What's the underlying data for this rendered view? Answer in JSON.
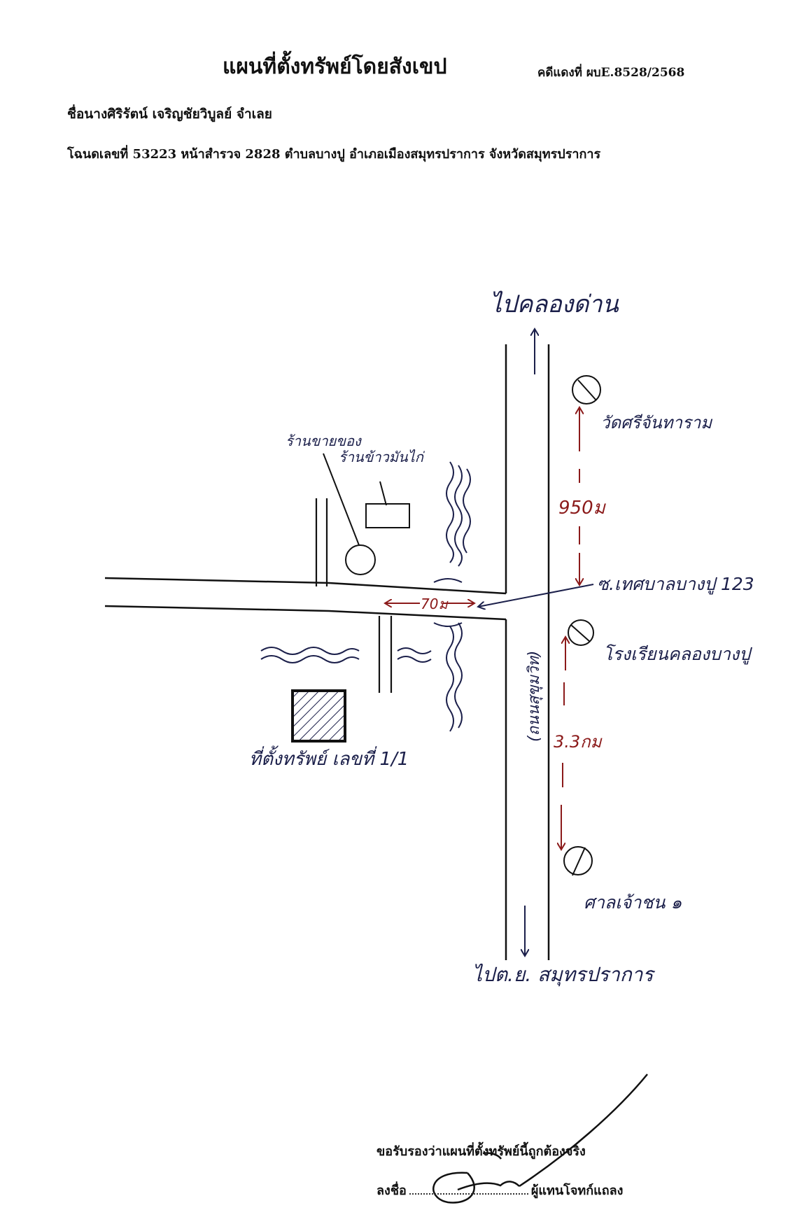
{
  "header": {
    "title": "แผนที่ตั้งทรัพย์โดยสังเขป",
    "case_number": "คดีแดงที่ ผบE.8528/2568",
    "owner_line": "ชื่อนางศิริรัตน์  เจริญชัยวิบูลย์ จำเลย",
    "deed_line": "โฉนดเลขที่ 53223  หน้าสำรวจ 2828  ตำบลบางปู  อำเภอเมืองสมุทรปราการ  จังหวัดสมุทรปราการ"
  },
  "map": {
    "labels": {
      "to_north": "ไปคลองด่าน",
      "to_south": "ไปต.ย. สมุทรปราการ",
      "temple": "วัดศรีจันทาราม",
      "shop_sell": "ร้านขายของ",
      "shop_food": "ร้านข้าวมันไก่",
      "junction": "ซ.เทศบาลบางปู 123",
      "school": "โรงเรียนคลองบางปู",
      "road_name": "(ถนนสุขุมวิท)",
      "property": "ที่ตั้งทรัพย์ เลขที่ 1/1",
      "shrine": "ศาลเจ้าชน ๑"
    },
    "distances": {
      "soi": "70ม",
      "to_temple": "950ม",
      "to_shrine": "3.3กม"
    },
    "colors": {
      "ink": "#1b1f4a",
      "distance_ink": "#8b1a1a",
      "frame_ink": "#111111"
    }
  },
  "footer": {
    "certify": "ขอรับรองว่าแผนที่ตั้งทรัพย์นี้ถูกต้องจริง",
    "sign_prefix": "ลงชื่อ",
    "sign_role": "ผู้แทนโจทก์แถลง"
  }
}
